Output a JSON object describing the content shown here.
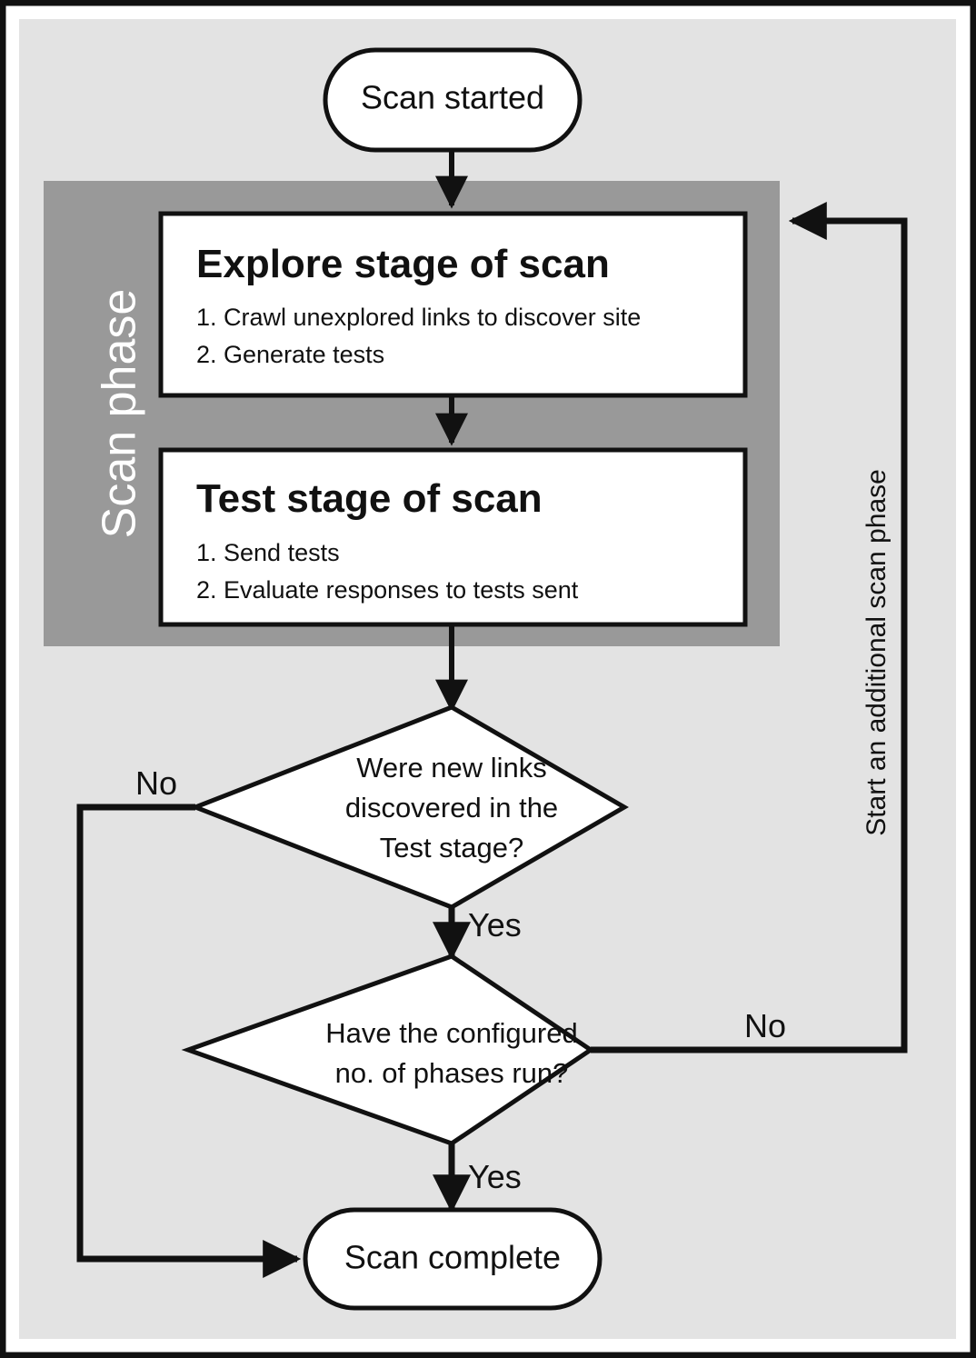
{
  "diagram": {
    "title": "Scan phase flow",
    "colors": {
      "outer_border": "#111111",
      "canvas_background": "#e3e3e3",
      "page_background": "#ffffff",
      "lane_fill": "#999999",
      "node_fill": "#ffffff",
      "stroke": "#111111",
      "lane_text": "#ffffff"
    },
    "start_node": {
      "label": "Scan started",
      "shape": "rounded-terminal"
    },
    "end_node": {
      "label": "Scan complete",
      "shape": "rounded-terminal"
    },
    "lane": {
      "label": "Scan phase"
    },
    "stages": [
      {
        "title": "Explore stage of scan",
        "steps": [
          "1. Crawl unexplored links to discover site",
          "2. Generate tests"
        ]
      },
      {
        "title": "Test stage of scan",
        "steps": [
          "1. Send tests",
          "2. Evaluate responses to tests sent"
        ]
      }
    ],
    "decisions": [
      {
        "lines": [
          "Were new links",
          "discovered in the",
          "Test stage?"
        ],
        "yes_label": "Yes",
        "no_label": "No"
      },
      {
        "lines": [
          "Have the configured",
          "no. of phases run?"
        ],
        "yes_label": "Yes",
        "no_label": "No"
      }
    ],
    "loop_label": "Start an additional scan phase"
  }
}
